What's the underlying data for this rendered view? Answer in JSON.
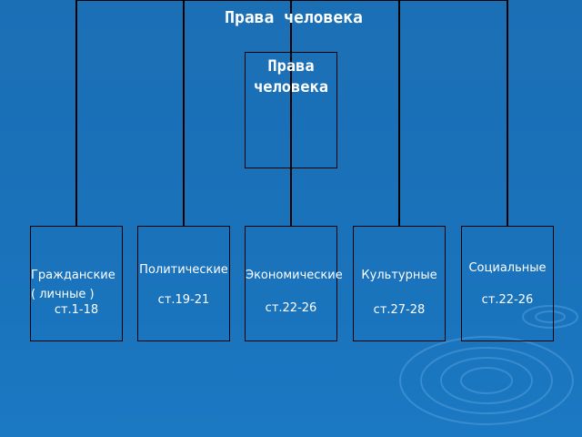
{
  "diagram": {
    "title": "Права человека",
    "root": {
      "line1": "Права",
      "line2": "человека"
    },
    "categories": [
      {
        "name": "Гражданские",
        "sub": "( личные )",
        "range": "ст.1-18"
      },
      {
        "name": "Политические",
        "range": "ст.19-21"
      },
      {
        "name": "Экономические",
        "range": "ст.22-26"
      },
      {
        "name": "Культурные",
        "range": "ст.27-28"
      },
      {
        "name": "Социальные",
        "range": "ст.22-26"
      }
    ]
  },
  "colors": {
    "background": "#1b72ba",
    "text": "#ffffff",
    "lines": "#000000"
  }
}
